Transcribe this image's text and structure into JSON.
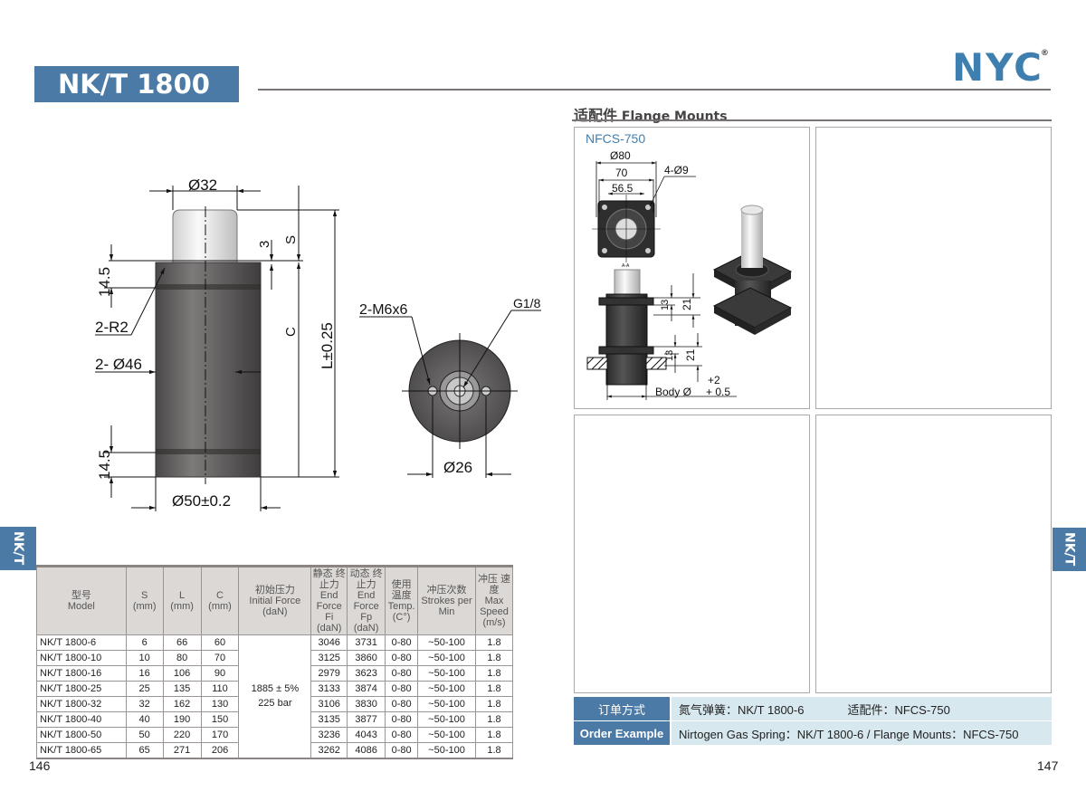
{
  "header": {
    "title": "NK/T 1800",
    "logo": "NYC",
    "logo_mark": "®"
  },
  "side_tab": "NK/T",
  "drawing": {
    "rod_dia": "Ø32",
    "stroke": "S",
    "gap": "3",
    "groove_top": "14.5",
    "groove_bottom": "14.5",
    "radius": "2-R2",
    "groove_dia": "2- Ø46",
    "body_len": "C",
    "total_len": "L±0.25",
    "body_dia": "Ø50±0.2",
    "thread": "2-M6x6",
    "port": "G1/8",
    "bolt_circle": "Ø26"
  },
  "accessories": {
    "heading_cn": "适配件",
    "heading_en": "Flange Mounts",
    "panel_title": "NFCS-750",
    "dims": {
      "outer": "Ø80",
      "pitch": "70",
      "inner": "56.5",
      "holes": "4-Ø9",
      "t1": "13",
      "h1": "21",
      "t2": "13",
      "h2": "21",
      "body": "Body Ø",
      "tol_plus": "+2",
      "tol_minus": "+ 0.5",
      "section": "A-A"
    }
  },
  "order": {
    "cn_label": "订单方式",
    "cn_value": "氮气弹簧：NK/T 1800-6",
    "cn_value2": "适配件：NFCS-750",
    "en_label": "Order Example",
    "en_value": "Nirtogen Gas Spring：NK/T 1800-6  /  Flange Mounts：NFCS-750"
  },
  "table": {
    "headers": [
      {
        "cn": "型号",
        "en": "Model"
      },
      {
        "cn": "S",
        "en": "(mm)"
      },
      {
        "cn": "L",
        "en": "(mm)"
      },
      {
        "cn": "C",
        "en": "(mm)"
      },
      {
        "cn": "初始压力",
        "en": "Initial Force (daN)"
      },
      {
        "cn": "静态 终止力",
        "en": "End Force Fi (daN)"
      },
      {
        "cn": "动态 终止力",
        "en": "End Force Fp (daN)"
      },
      {
        "cn": "使用 温度",
        "en": "Temp. (C°)"
      },
      {
        "cn": "冲压次数",
        "en": "Strokes per Min"
      },
      {
        "cn": "冲压 速度",
        "en": "Max Speed (m/s)"
      }
    ],
    "initial_force": "1885  ± 5%",
    "pressure": "225 bar",
    "rows": [
      [
        "NK/T 1800-6",
        "6",
        "66",
        "60",
        "3046",
        "3731",
        "0-80",
        "~50-100",
        "1.8"
      ],
      [
        "NK/T 1800-10",
        "10",
        "80",
        "70",
        "3125",
        "3860",
        "0-80",
        "~50-100",
        "1.8"
      ],
      [
        "NK/T 1800-16",
        "16",
        "106",
        "90",
        "2979",
        "3623",
        "0-80",
        "~50-100",
        "1.8"
      ],
      [
        "NK/T 1800-25",
        "25",
        "135",
        "110",
        "3133",
        "3874",
        "0-80",
        "~50-100",
        "1.8"
      ],
      [
        "NK/T 1800-32",
        "32",
        "162",
        "130",
        "3106",
        "3830",
        "0-80",
        "~50-100",
        "1.8"
      ],
      [
        "NK/T 1800-40",
        "40",
        "190",
        "150",
        "3135",
        "3877",
        "0-80",
        "~50-100",
        "1.8"
      ],
      [
        "NK/T 1800-50",
        "50",
        "220",
        "170",
        "3236",
        "4043",
        "0-80",
        "~50-100",
        "1.8"
      ],
      [
        "NK/T 1800-65",
        "65",
        "271",
        "206",
        "3262",
        "4086",
        "0-80",
        "~50-100",
        "1.8"
      ]
    ]
  },
  "pages": {
    "left": "146",
    "right": "147"
  },
  "colors": {
    "brand": "#4a7aa5",
    "order_bg": "#d8e8ef",
    "header_bg": "#dcd8d5"
  }
}
